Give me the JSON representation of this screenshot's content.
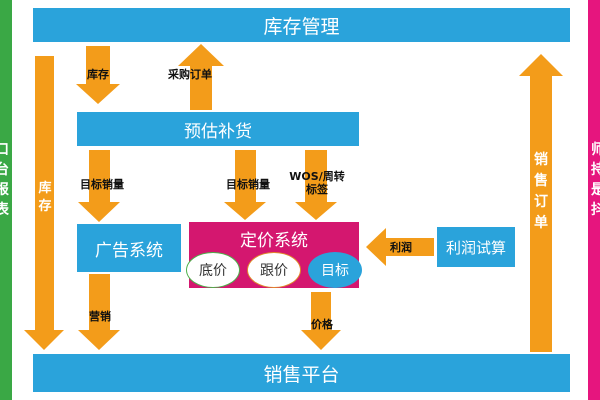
{
  "colors": {
    "blue": "#2aa3db",
    "orange": "#f39c1a",
    "magenta": "#d4176f",
    "green": "#3aa845",
    "pink": "#e6157e"
  },
  "top_bar": {
    "title": "库存管理"
  },
  "bottom_bar": {
    "title": "销售平台"
  },
  "forecast": {
    "title": "预估补货"
  },
  "ads": {
    "title": "广告系统"
  },
  "pricing": {
    "title": "定价系统",
    "circles": [
      "底价",
      "跟价",
      "目标"
    ]
  },
  "profit": {
    "title": "利润试算"
  },
  "left_edge": {
    "chars": [
      "口",
      "台",
      "报",
      "表"
    ]
  },
  "right_edge": {
    "chars": [
      "师",
      "持",
      "是",
      "抖"
    ]
  },
  "arrows": {
    "inventory_down": "库存",
    "purchase_order_up": "采购订单",
    "left_inventory_chars": [
      "库",
      "存"
    ],
    "target_sales_left": "目标销量",
    "target_sales_mid": "目标销量",
    "wos_tag_lines": [
      "WOS/周转",
      "标签"
    ],
    "profit_arrow": "利润",
    "marketing": "营销",
    "price": "价格",
    "sales_order_chars": [
      "销",
      "售",
      "订",
      "单"
    ]
  }
}
